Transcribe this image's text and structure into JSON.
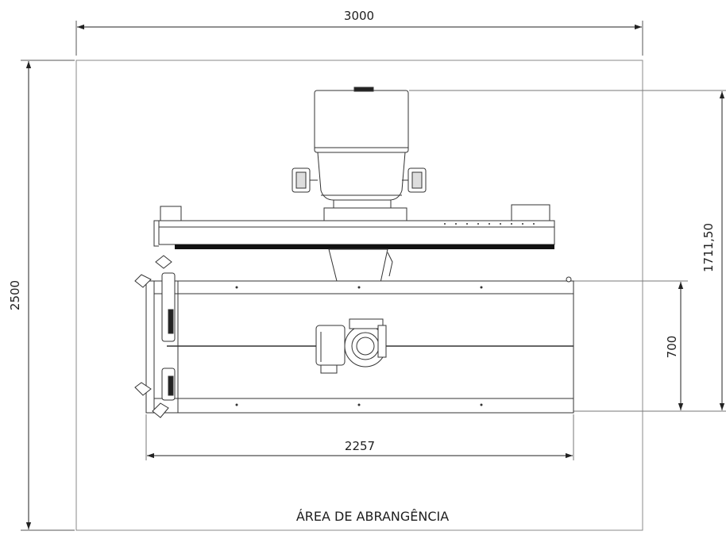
{
  "dimensions": {
    "overall_width": "3000",
    "overall_height": "2500",
    "machine_height": "1711,50",
    "table_depth": "700",
    "table_width": "2257"
  },
  "caption": "ÁREA DE ABRANGÊNCIA"
}
